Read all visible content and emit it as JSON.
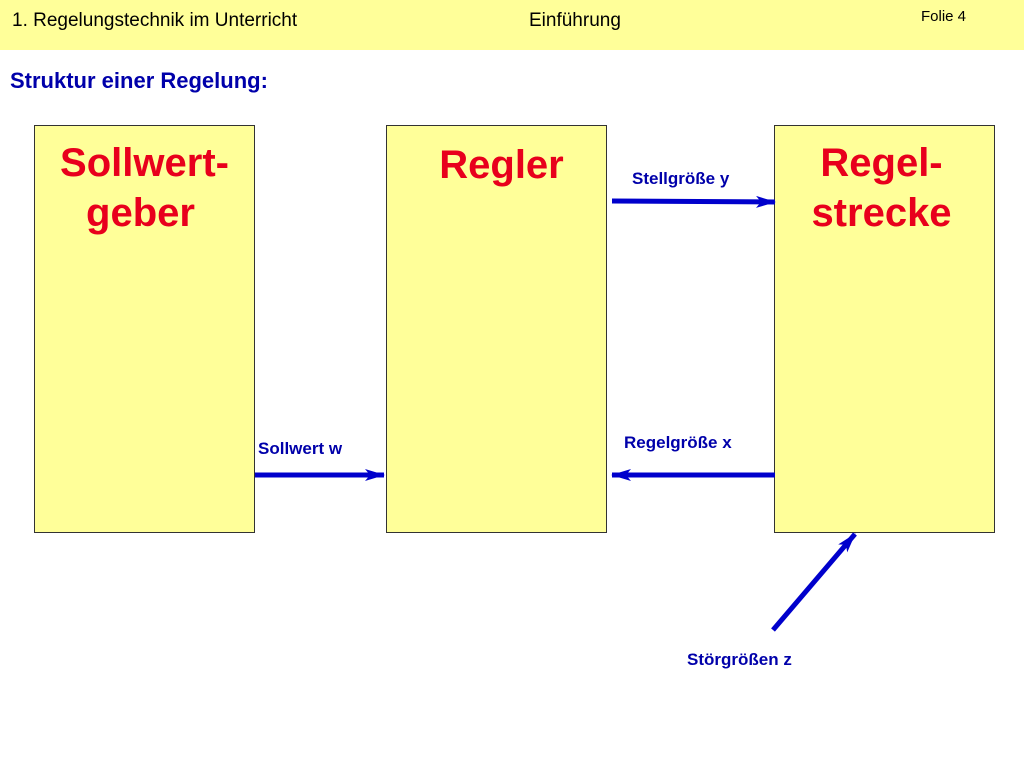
{
  "header": {
    "course": "1. Regelungstechnik im Unterricht",
    "chapter": "Einführung",
    "slide": "Folie 4"
  },
  "title": "Struktur einer Regelung:",
  "blocks": {
    "sollwertgeber": {
      "line1": "Sollwert-",
      "line2": "geber"
    },
    "regler": {
      "line1": "Regler"
    },
    "regelstrecke": {
      "line1": "Regel-",
      "line2": "strecke"
    }
  },
  "signals": {
    "stellgroesse": "Stellgröße y",
    "regelgroesse": "Regelgröße x",
    "sollwert": "Sollwert w",
    "stoergroessen": "Störgrößen z"
  },
  "colors": {
    "header_background": "#ffff99",
    "block_fill": "#ffff99",
    "block_title": "#e8001c",
    "signal": "#0000aa",
    "arrow": "#0000cc"
  }
}
